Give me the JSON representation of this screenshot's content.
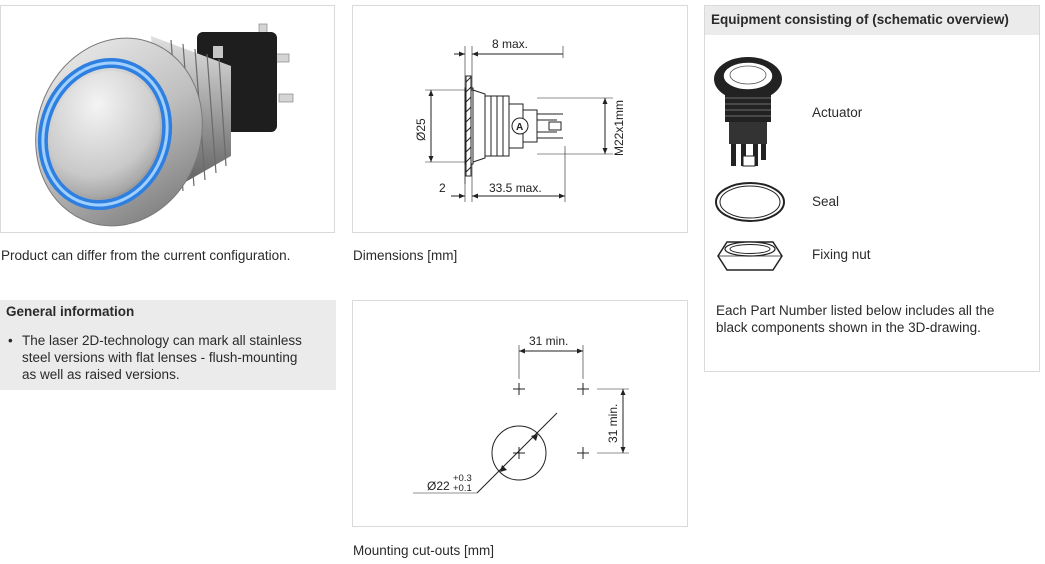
{
  "photo": {
    "caption": "Product can differ from the current configuration."
  },
  "dimensions": {
    "caption": "Dimensions [mm]",
    "label_8max": "8 max.",
    "label_d25": "Ø25",
    "label_m22": "M22x1mm",
    "label_2": "2",
    "label_33_5max": "33.5 max.",
    "label_a": "A"
  },
  "general_info": {
    "heading": "General information",
    "items": [
      {
        "bullet": "•",
        "line1": "The laser 2D-technology can mark all stainless",
        "line2": "steel versions with flat lenses - flush-mounting",
        "line3": "as well as raised versions."
      }
    ]
  },
  "cutout": {
    "caption": "Mounting cut-outs [mm]",
    "label_31_horizontal": "31 min.",
    "label_31_vertical": "31 min.",
    "label_d22": "Ø22",
    "tolerance_upper": "+0.3",
    "tolerance_lower": "+0.1"
  },
  "equipment": {
    "heading": "Equipment consisting of (schematic overview)",
    "actuator": "Actuator",
    "seal": "Seal",
    "fixing_nut": "Fixing nut",
    "note_line1": "Each Part Number listed below includes all the",
    "note_line2": "black components shown in the 3D-drawing."
  },
  "colors": {
    "led_ring": "#2f7fe0",
    "steel_light": "#e6e6e6",
    "steel_dark": "#8a8a8a",
    "panel_border": "#d9d9d9",
    "heading_bg": "#ebebeb"
  }
}
